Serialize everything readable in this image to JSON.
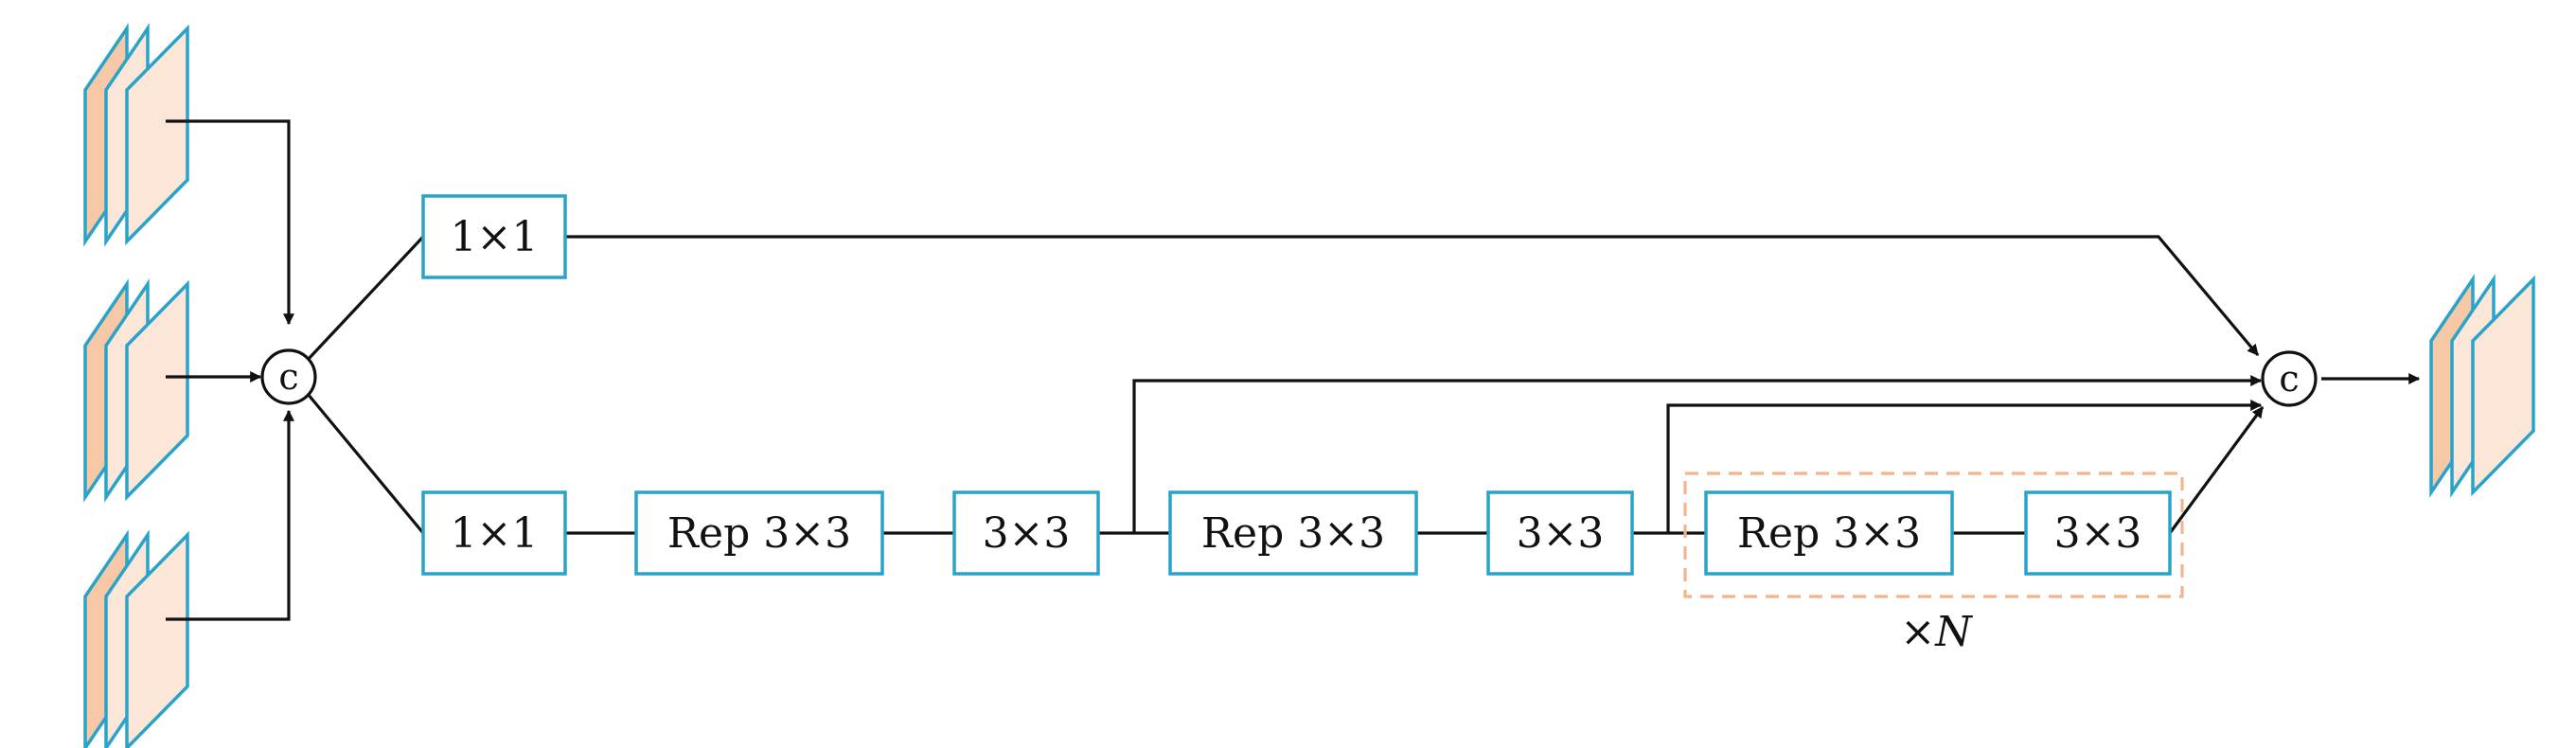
{
  "colors": {
    "box_border": "#2aa3c9",
    "feature_map_fill": "#fbe6d8",
    "feature_map_front_fill": "#f6c8a6",
    "repeat_frame": "#f2b48c",
    "line": "#111111"
  },
  "concat_symbol": "c",
  "blocks": {
    "top_1x1": "1×1",
    "bottom_1x1": "1×1",
    "rep_a": "Rep 3×3",
    "conv_a": "3×3",
    "rep_b": "Rep 3×3",
    "conv_b": "3×3",
    "rep_c": "Rep 3×3",
    "conv_c": "3×3"
  },
  "repeat": {
    "prefix": "×",
    "count": "N"
  }
}
